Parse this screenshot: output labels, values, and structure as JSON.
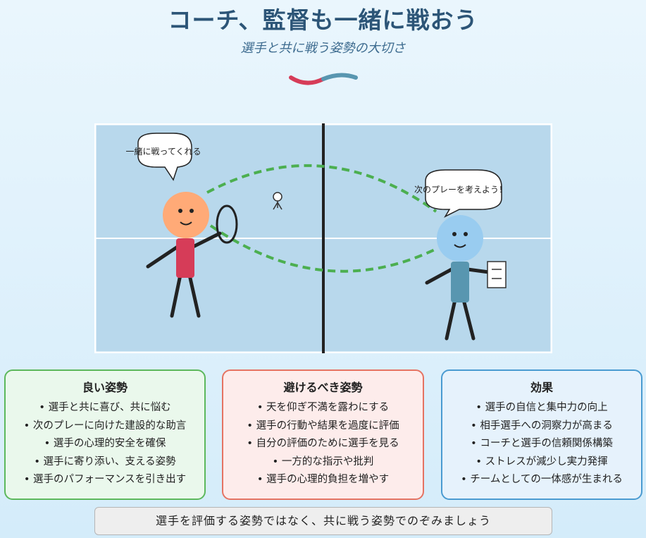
{
  "header": {
    "title": "コーチ、監督も一緒に戦おう",
    "subtitle": "選手と共に戦う姿勢の大切さ"
  },
  "scene": {
    "bubble_left": "一緒に戦ってくれる",
    "bubble_right": "次のプレーを考えよう！"
  },
  "boxes": {
    "good": {
      "title": "良い姿勢",
      "items": [
        "• 選手と共に喜び、共に悩む",
        "• 次のプレーに向けた建設的な助言",
        "• 選手の心理的安全を確保",
        "• 選手に寄り添い、支える姿勢",
        "• 選手のパフォーマンスを引き出す"
      ]
    },
    "avoid": {
      "title": "避けるべき姿勢",
      "items": [
        "• 天を仰ぎ不満を露わにする",
        "• 選手の行動や結果を過度に評価",
        "• 自分の評価のために選手を見る",
        "• 一方的な指示や批判",
        "• 選手の心理的負担を増やす"
      ]
    },
    "effect": {
      "title": "効果",
      "items": [
        "• 選手の自信と集中力の向上",
        "• 相手選手への洞察力が高まる",
        "• コーチと選手の信頼関係構築",
        "• ストレスが減少し実力発揮",
        "• チームとしての一体感が生まれる"
      ]
    }
  },
  "footer": {
    "message": "選手を評価する姿勢ではなく、共に戦う姿勢でのぞみましょう"
  },
  "colors": {
    "title": "#2c5577",
    "court": "#b8d8ec",
    "player_head": "#ffaa77",
    "player_body": "#d63c58",
    "coach_head": "#99ccf0",
    "coach_body": "#5896b0",
    "trajectory": "#4caf50",
    "good_border": "#5cb85c",
    "avoid_border": "#e57362",
    "effect_border": "#4a9bd1"
  }
}
